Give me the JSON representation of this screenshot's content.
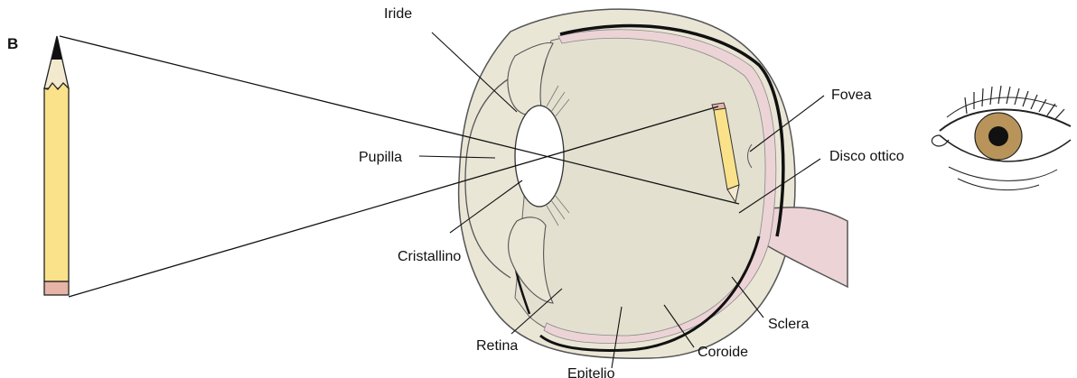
{
  "figure": {
    "panel_label": "B",
    "labels": {
      "iride": "Iride",
      "pupilla": "Pupilla",
      "cristallino": "Cristallino",
      "fovea": "Fovea",
      "disco_ottico": "Disco ottico",
      "sclera": "Sclera",
      "retina": "Retina",
      "coroide": "Coroide",
      "epitelio": "Epitelio"
    }
  },
  "colors": {
    "eye_fill": "#e9e6d6",
    "eye_outline": "#555555",
    "retina_pink": "#ecd3d6",
    "choroid_black": "#111111",
    "pencil_yellow": "#fae28a",
    "pencil_eraser": "#e6b5a8",
    "iris_brown": "#b8945a"
  }
}
